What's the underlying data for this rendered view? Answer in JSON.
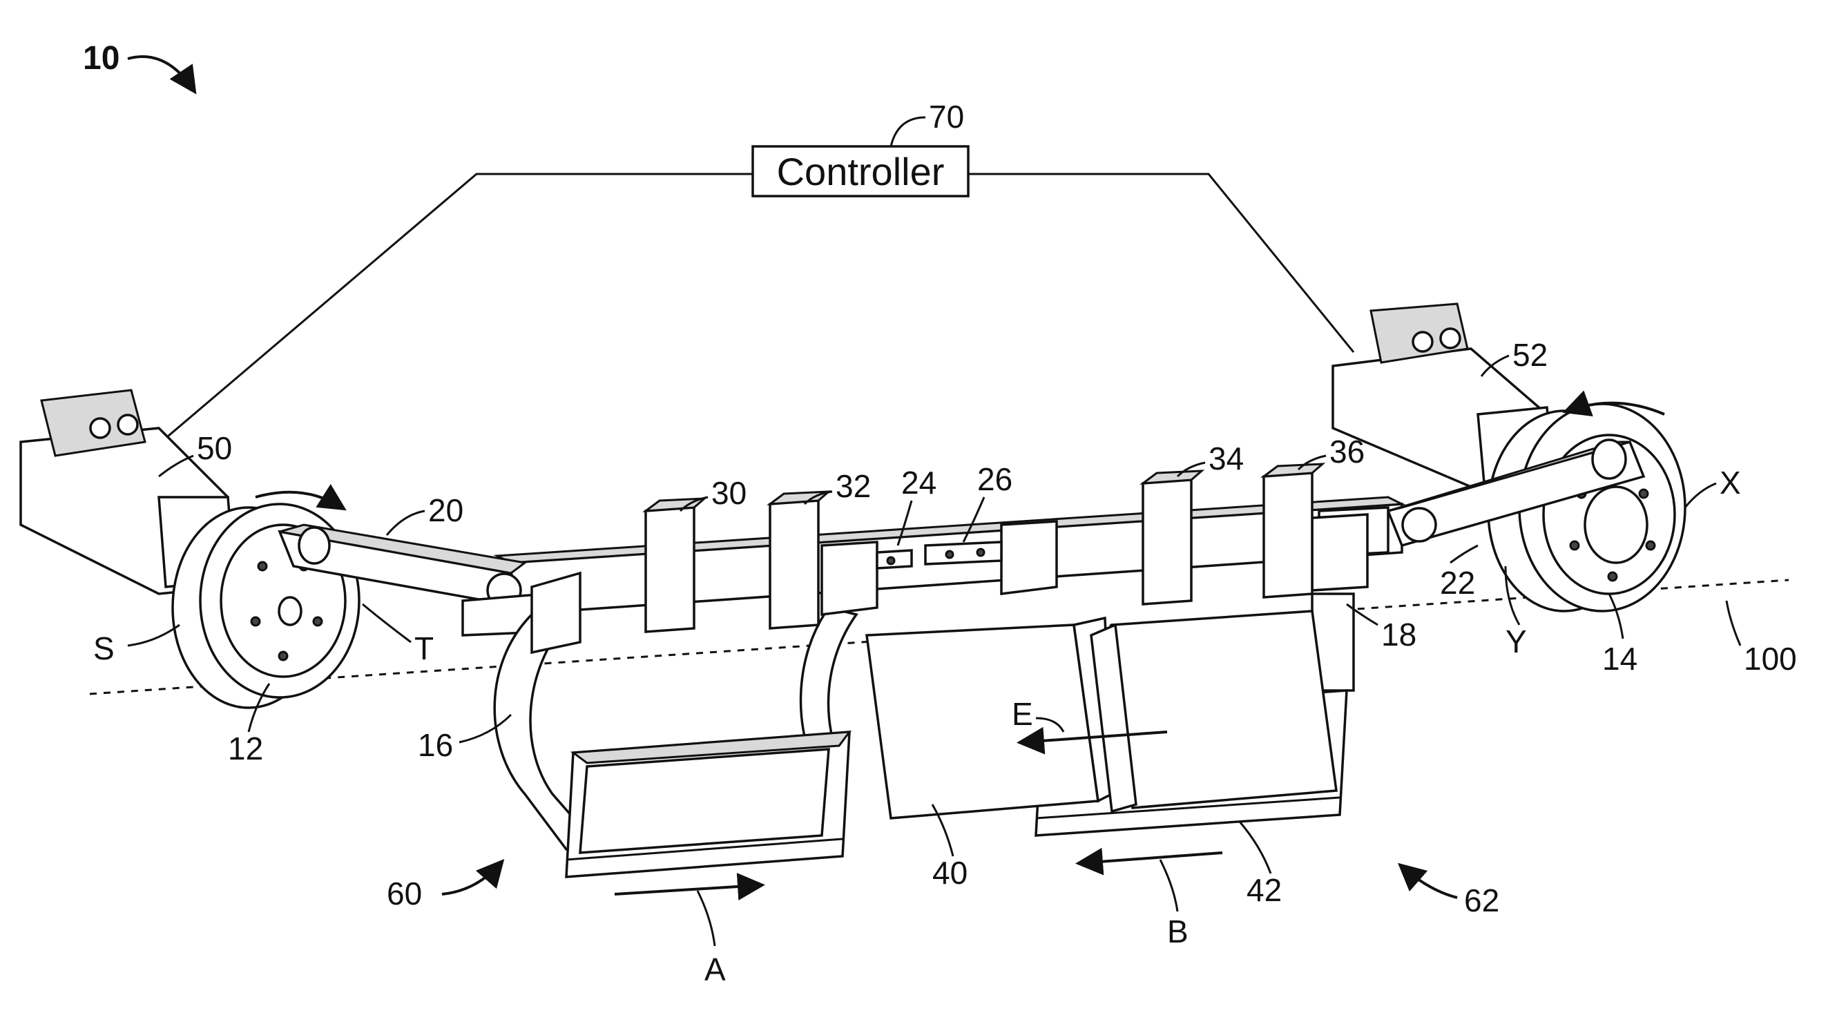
{
  "figure": {
    "controller_label": "Controller",
    "refs": {
      "system": "10",
      "controller": "70",
      "motor_left": "50",
      "motor_right": "52",
      "wheel_left": "12",
      "wheel_right": "14",
      "arm_left": "20",
      "arm_right": "22",
      "rail_16": "16",
      "rail_18": "18",
      "bar_24": "24",
      "bar_26": "26",
      "clamp_30": "30",
      "clamp_32": "32",
      "clamp_34": "34",
      "clamp_36": "36",
      "plate_40": "40",
      "plate_42": "42",
      "station_60": "60",
      "station_62": "62",
      "axis_line": "100",
      "S": "S",
      "T": "T",
      "X": "X",
      "Y": "Y",
      "A": "A",
      "B": "B",
      "E": "E"
    }
  }
}
